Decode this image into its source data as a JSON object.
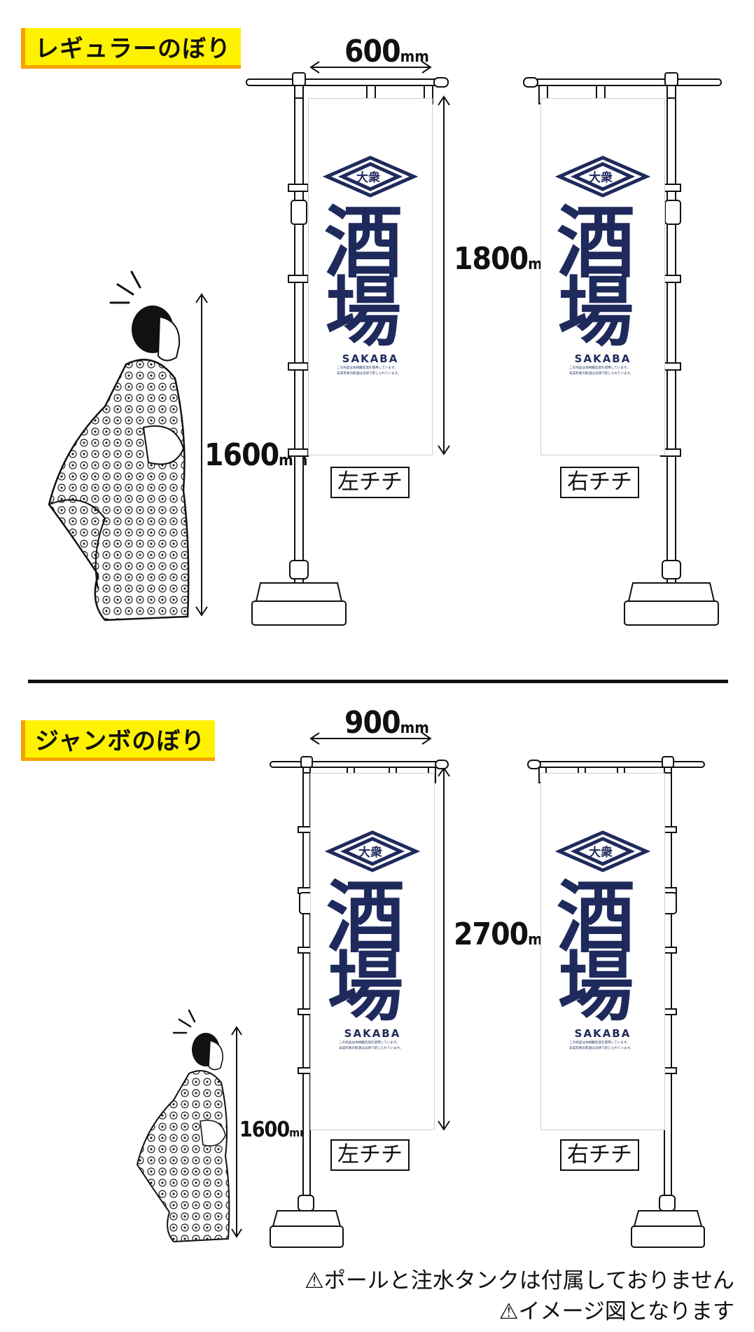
{
  "sections": {
    "regular": {
      "title": "レギュラーのぼり",
      "width_num": "600",
      "width_unit": "mm",
      "height_num": "1800",
      "height_unit": "mm",
      "person_num": "1600",
      "person_unit": "mm",
      "left_label": "左チチ",
      "right_label": "右チチ"
    },
    "jumbo": {
      "title": "ジャンボのぼり",
      "width_num": "900",
      "width_unit": "mm",
      "height_num": "2700",
      "height_unit": "mm",
      "person_num": "1600",
      "person_unit": "mm",
      "left_label": "左チチ",
      "right_label": "右チチ"
    }
  },
  "banner": {
    "emblem_text": "大衆",
    "kanji_top": "酒",
    "kanji_bottom": "場",
    "romaji": "SAKABA",
    "fine_print_1": "この商品は本格醸造酒を使用しています。",
    "fine_print_2": "未成年者の飲酒は法律で禁じられています。"
  },
  "notes": {
    "line1": "⚠ポールと注水タンクは付属しておりません",
    "line2": "⚠イメージ図となります"
  },
  "colors": {
    "navy": "#1f2a5c",
    "tag_yellow": "#fff200",
    "tag_shadow": "#f5a300"
  }
}
